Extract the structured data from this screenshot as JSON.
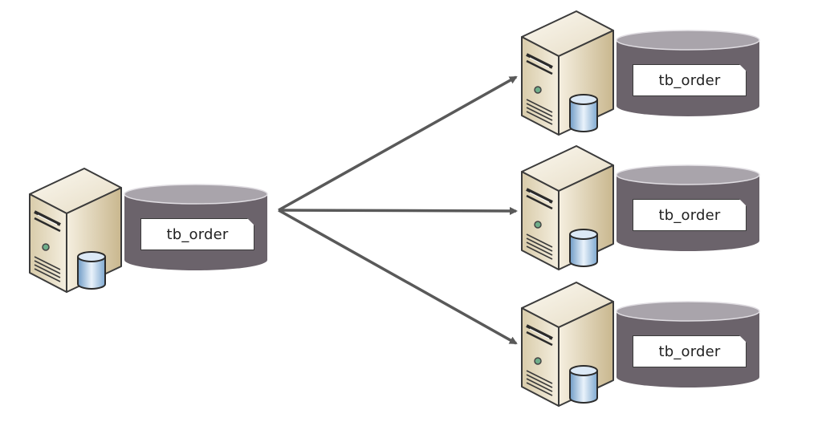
{
  "diagram": {
    "type": "one-to-many replication / sharding",
    "source": {
      "label": "tb_order",
      "server_icon": "server-with-database-icon",
      "storage_icon": "database-cylinder-icon"
    },
    "targets": [
      {
        "label": "tb_order",
        "server_icon": "server-with-database-icon",
        "storage_icon": "database-cylinder-icon"
      },
      {
        "label": "tb_order",
        "server_icon": "server-with-database-icon",
        "storage_icon": "database-cylinder-icon"
      },
      {
        "label": "tb_order",
        "server_icon": "server-with-database-icon",
        "storage_icon": "database-cylinder-icon"
      }
    ],
    "edges": [
      {
        "from": "source",
        "to": "targets.0",
        "style": "arrow"
      },
      {
        "from": "source",
        "to": "targets.1",
        "style": "arrow"
      },
      {
        "from": "source",
        "to": "targets.2",
        "style": "arrow"
      }
    ],
    "colors": {
      "arrow": "#595959",
      "cylinder_body": "#6b636b",
      "cylinder_top": "#a9a4ab",
      "server_front": "#ede4cf",
      "server_side": "#d8c9a4",
      "mini_db": "#8fb4d8"
    }
  }
}
